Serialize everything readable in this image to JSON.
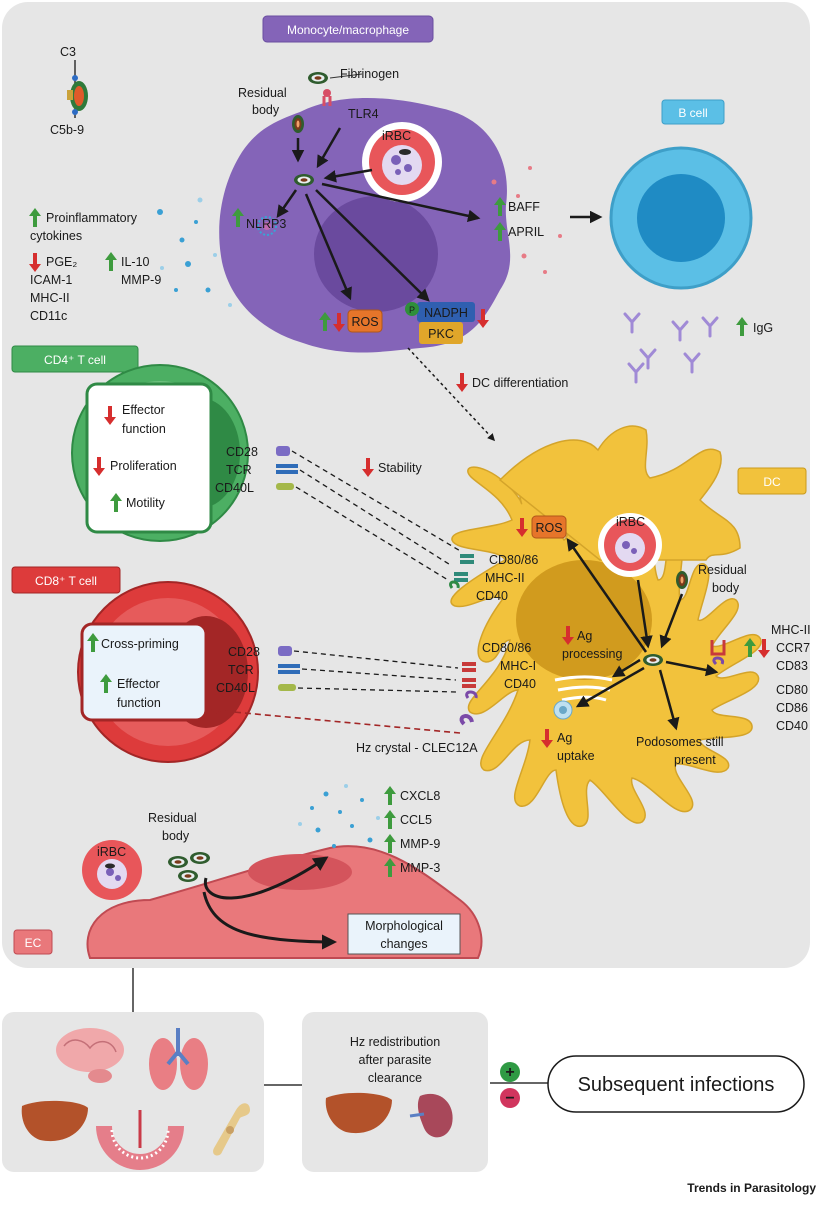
{
  "headers": {
    "monocyte": "Monocyte/macrophage",
    "bcell": "B cell",
    "cd4": "CD4⁺ T cell",
    "cd8": "CD8⁺ T cell",
    "dc": "DC",
    "ec": "EC"
  },
  "complement": {
    "c3": "C3",
    "c5b9": "C5b-9"
  },
  "macrophage": {
    "residual_body": [
      "Residual",
      "body"
    ],
    "fibrinogen": "Fibrinogen",
    "tlr4": "TLR4",
    "irbc": "iRBC",
    "nlrp3": "NLRP3",
    "ros": "ROS",
    "nadph": "NADPH",
    "pkc": "PKC",
    "p_badge": "P",
    "baff": "BAFF",
    "april": "APRIL"
  },
  "cytokines": {
    "proinflammatory": [
      "Proinflammatory",
      "cytokines"
    ],
    "pge2": "PGE₂",
    "icam1": "ICAM-1",
    "mhcii": "MHC-II",
    "cd11c": "CD11c",
    "il10": "IL-10",
    "mmp9": "MMP-9"
  },
  "bcell": {
    "igg": "IgG"
  },
  "dc_diff": "DC differentiation",
  "cd4": {
    "effector": [
      "Effector",
      "function"
    ],
    "proliferation": "Proliferation",
    "motility": "Motility",
    "receptors": [
      "CD28",
      "TCR",
      "CD40L"
    ],
    "stability": "Stability"
  },
  "cd8": {
    "cross_priming": "Cross-priming",
    "effector": [
      "Effector",
      "function"
    ],
    "receptors": [
      "CD28",
      "TCR",
      "CD40L"
    ]
  },
  "dc": {
    "ros": "ROS",
    "irbc": "iRBC",
    "residual_body": [
      "Residual",
      "body"
    ],
    "ligands_top": [
      "CD80/86",
      "MHC-II",
      "CD40"
    ],
    "ligands_bottom": [
      "CD80/86",
      "MHC-I",
      "CD40"
    ],
    "ag_processing": [
      "Ag",
      "processing"
    ],
    "ag_uptake": [
      "Ag",
      "uptake"
    ],
    "podosomes": [
      "Podosomes still",
      "present"
    ],
    "hz_crystal": "Hz crystal - CLEC12A",
    "markers": [
      "MHC-II",
      "CCR7",
      "CD83",
      "CD80",
      "CD86",
      "CD40"
    ]
  },
  "ec": {
    "irbc": "iRBC",
    "residual_body": [
      "Residual",
      "body"
    ],
    "morph": [
      "Morphological",
      "changes"
    ],
    "secreted": [
      "CXCL8",
      "CCL5",
      "MMP-9",
      "MMP-3"
    ]
  },
  "bottom": {
    "redistribution": [
      "Hz redistribution",
      "after parasite",
      "clearance"
    ],
    "plus": "+",
    "minus": "−",
    "subsequent": "Subsequent infections"
  },
  "footer": "Trends in Parasitology",
  "colors": {
    "panel": "#e6e6e6",
    "macrophage": "#8464b8",
    "bcell": "#5bbfe6",
    "cd4": "#4caf63",
    "cd8": "#dd3b3b",
    "dc": "#f2c23c",
    "ec": "#e9787b",
    "up_arrow": "#3e9b3e",
    "down_arrow": "#d62e2e"
  }
}
